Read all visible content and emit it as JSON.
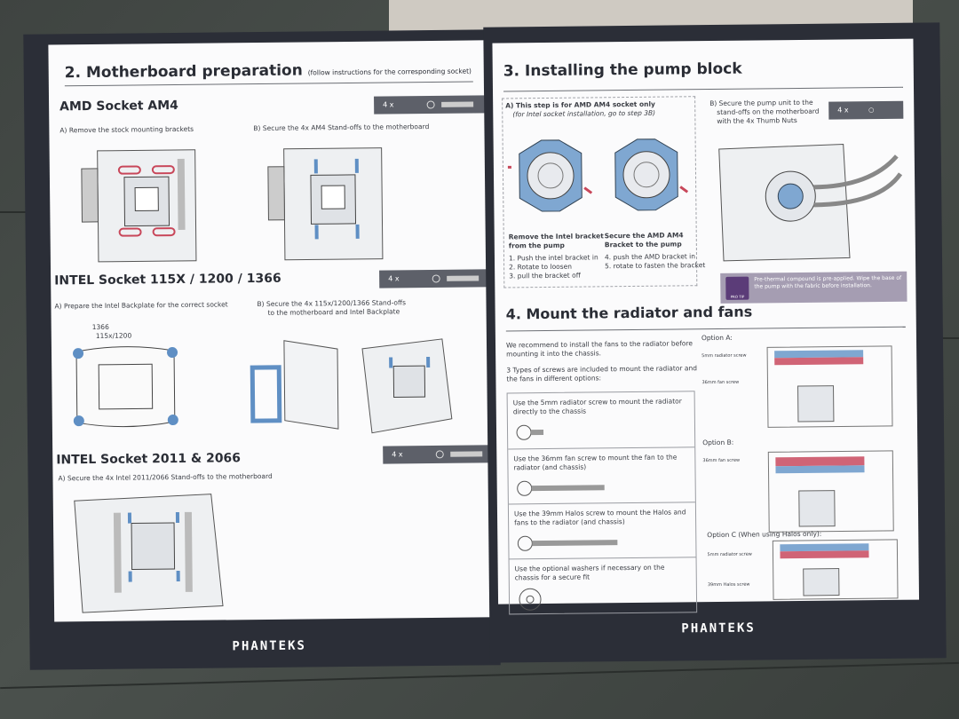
{
  "left_page": {
    "section_title": "2. Motherboard preparation",
    "section_note": "(follow instructions for the corresponding socket)",
    "amd": {
      "title": "AMD Socket AM4",
      "qty": "4 x",
      "step_a": "A) Remove the stock mounting brackets",
      "step_b": "B) Secure the 4x AM4 Stand-offs to the motherboard"
    },
    "intel115x": {
      "title": "INTEL Socket 115X / 1200 / 1366",
      "qty": "4 x",
      "step_a": "A) Prepare the Intel Backplate for the correct socket",
      "step_b_line1": "B) Secure the 4x 115x/1200/1366 Stand-offs",
      "step_b_line2": "to the motherboard and Intel Backplate",
      "label_1366": "1366",
      "label_115x": "115x/1200"
    },
    "intel2011": {
      "title": "INTEL Socket 2011 & 2066",
      "qty": "4 x",
      "step_a": "A) Secure the 4x Intel 2011/2066 Stand-offs to the motherboard"
    },
    "brand": "PHANTEKS"
  },
  "right_page": {
    "pump_title": "3. Installing the pump block",
    "pump_a_line1": "A) This step is for AMD AM4 socket only",
    "pump_a_line2": "(for Intel socket installation, go to step 3B)",
    "remove_title_line1": "Remove the Intel bracket",
    "remove_title_line2": "from the pump",
    "remove_steps": [
      "1. Push the intel bracket in",
      "2. Rotate to loosen",
      "3. pull the bracket off"
    ],
    "secure_title_line1": "Secure the AMD AM4",
    "secure_title_line2": "Bracket to the pump",
    "secure_steps": [
      "4. push the AMD bracket in",
      "5. rotate to fasten the bracket"
    ],
    "pump_b_line1": "B) Secure the pump unit to the",
    "pump_b_line2": "stand-offs on the motherboard",
    "pump_b_line3": "with the 4x Thumb Nuts",
    "pump_b_qty": "4 x",
    "tip_label": "PRO TIP",
    "tip_text": "Pre-thermal compound is pre-applied. Wipe the base of the pump with the fabric before installation.",
    "radiator_title": "4. Mount the radiator and fans",
    "rec_line1": "We recommend to install the fans to the radiator before",
    "rec_line2": "mounting it into the chassis.",
    "types_line1": "3 Types of screws are included to mount the radiator and",
    "types_line2": "the fans in different options:",
    "screws": [
      {
        "line1": "Use the 5mm radiator screw to mount the radiator",
        "line2": "directly to the chassis"
      },
      {
        "line1": "Use the 36mm fan screw to mount the fan to the",
        "line2": "radiator (and chassis)"
      },
      {
        "line1": "Use the 39mm Halos screw to mount the Halos and",
        "line2": "fans to the radiator (and chassis)"
      },
      {
        "line1": "Use the optional washers if necessary on the",
        "line2": "chassis for a secure fit"
      }
    ],
    "option_a": "Option A:",
    "option_a_l1": "5mm radiator screw",
    "option_a_l2": "36mm fan screw",
    "option_b": "Option B:",
    "option_b_l1": "36mm fan screw",
    "option_c": "Option C (When using Halos only):",
    "option_c_l1": "5mm radiator screw",
    "option_c_l2": "39mm Halos screw",
    "brand": "PHANTEKS"
  },
  "colors": {
    "sheet_border": "#2b2e37",
    "accent_blue": "#5f8fc4",
    "accent_red": "#c8475a",
    "tip_purple": "#5b3c78"
  }
}
